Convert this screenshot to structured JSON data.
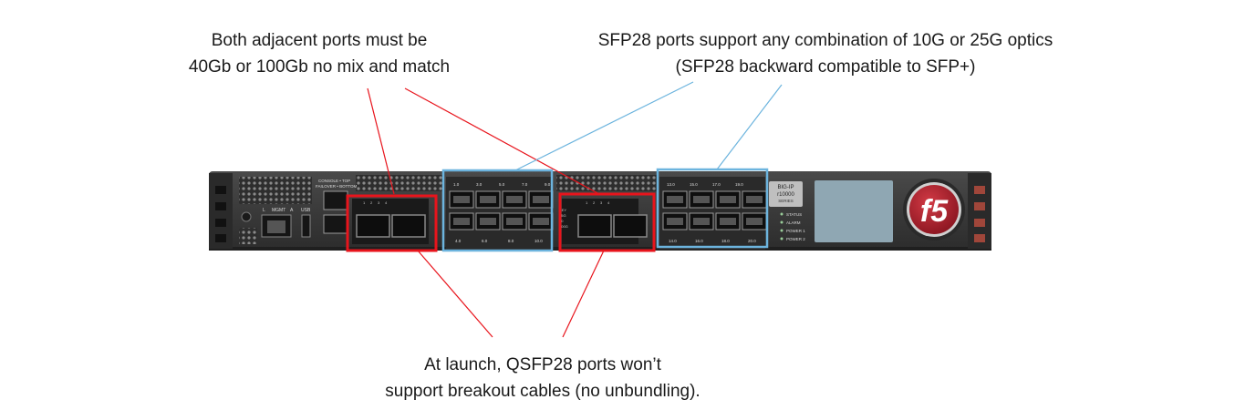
{
  "callouts": {
    "top_left": [
      "Both adjacent ports must be",
      "40Gb or 100Gb no mix and match"
    ],
    "top_right": [
      "SFP28 ports support any combination of 10G  or 25G optics",
      "(SFP28 backward compatible to SFP+)"
    ],
    "bottom": [
      "At launch,  QSFP28 ports won’t",
      "support breakout cables  (no unbundling)."
    ]
  },
  "device": {
    "label_console": "CONSOLE • TOP",
    "label_failover": "FAILOVER • BOTTOM",
    "label_mgmt": "MGMT",
    "label_usb": "USB",
    "label_l": "L",
    "label_a": "A",
    "qsfp_numbers": [
      "1",
      "2",
      "3",
      "4",
      "1",
      "2",
      "3",
      "4"
    ],
    "sfp_group1_top": [
      "1.0",
      "3.0",
      "5.0",
      "7.0",
      "9.0"
    ],
    "sfp_group1_bottom": [
      "4.0",
      "6.0",
      "8.0",
      "10.0"
    ],
    "sfp_group2_top": [
      "13.0",
      "15.0",
      "17.0",
      "19.0"
    ],
    "sfp_group2_bottom": [
      "14.0",
      "16.0",
      "18.0",
      "20.0"
    ],
    "key_labels": [
      "KEY",
      "25G",
      "40",
      "100G"
    ],
    "model_lines": [
      "BIG-IP",
      "r10000",
      "SERIES"
    ],
    "status_labels": [
      "STATUS",
      "ALARM",
      "POWER 1",
      "POWER 2"
    ],
    "logo_text": "f5"
  },
  "colors": {
    "red_highlight": "#e8141c",
    "blue_highlight": "#6cb4de",
    "chassis": "#3b3b3b",
    "lcd": "#8fa7b3",
    "logo_red": "#b01e2b"
  }
}
